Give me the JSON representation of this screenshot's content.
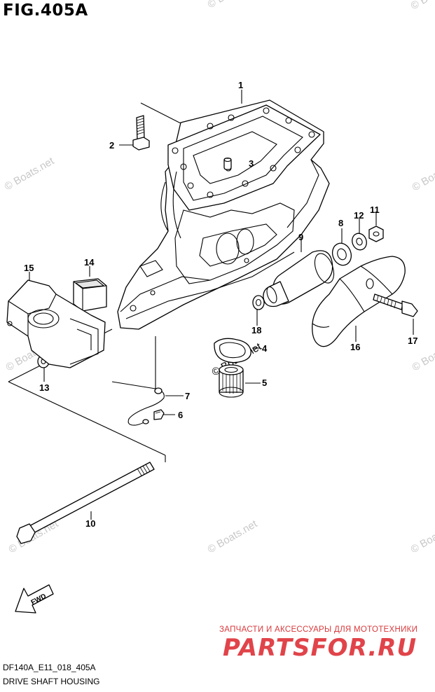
{
  "figure": {
    "title": "FIG.405A",
    "code": "DF140A_E11_018_405A",
    "name": "DRIVE SHAFT HOUSING"
  },
  "callouts": [
    "1",
    "2",
    "3",
    "4",
    "5",
    "6",
    "7",
    "8",
    "9",
    "10",
    "11",
    "12",
    "13",
    "14",
    "15",
    "16",
    "17",
    "18"
  ],
  "direction_label": "FWD",
  "watermark": "© Boats.net",
  "brand": {
    "tagline": "ЗАПЧАСТИ И АКСЕССУАРЫ ДЛЯ МОТОТЕХНИКИ",
    "logo": "PARTSFOR.RU",
    "color": "#e0444a"
  }
}
